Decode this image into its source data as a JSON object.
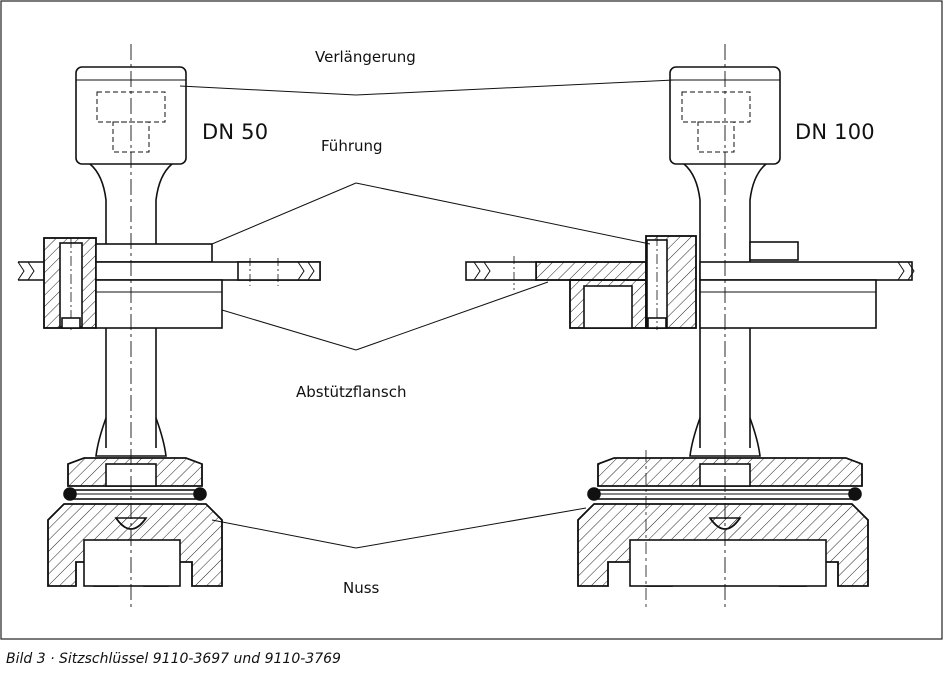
{
  "labels": {
    "extension": "Verlängerung",
    "guide": "Führung",
    "support_flange": "Abstützflansch",
    "nut": "Nuss",
    "size_left": "DN 50",
    "size_right": "DN 100"
  },
  "caption": "Bild 3 · Sitzschlüssel 9110-3697 und 9110-3769"
}
